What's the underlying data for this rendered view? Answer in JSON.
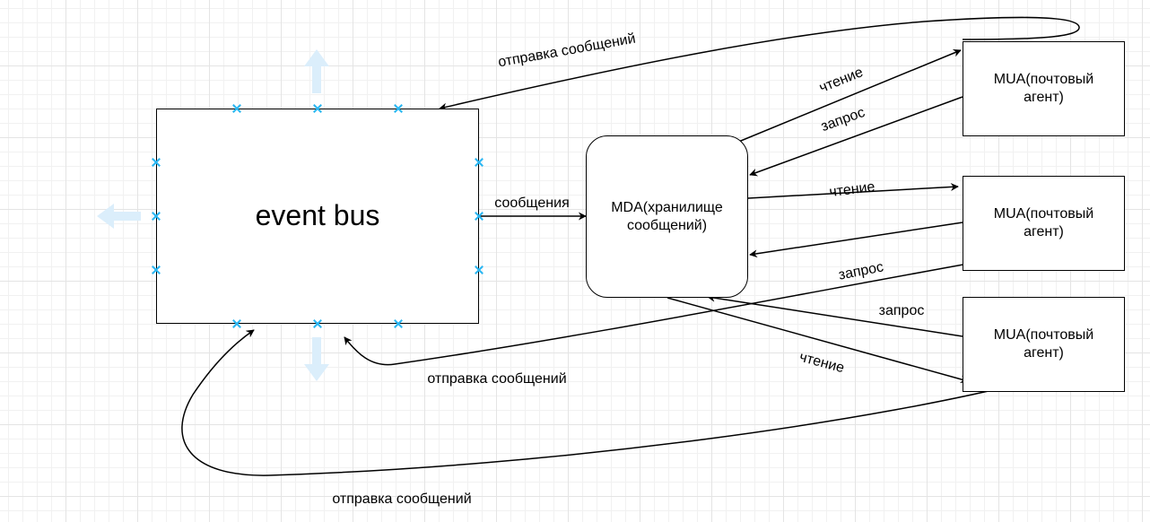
{
  "nodes": {
    "event_bus": "event bus",
    "mda": "MDA(хранилище\nсообщений)",
    "mua_1": "MUA(почтовый\nагент)",
    "mua_2": "MUA(почтовый\nагент)",
    "mua_3": "MUA(почтовый\nагент)"
  },
  "edges": {
    "send_top": "отправка сообщений",
    "messages": "сообщения",
    "read_1": "чтение",
    "request_1": "запрос",
    "read_2": "чтение",
    "request_2": "запрос",
    "request_3": "запрос",
    "read_3": "чтение",
    "send_middle": "отправка сообщений",
    "send_bottom": "отправка сообщений"
  },
  "colors": {
    "line": "#000000",
    "selection_handle": "#29b6f2",
    "hint_arrow": "#dbeefb",
    "grid": "#e4e4e4"
  }
}
